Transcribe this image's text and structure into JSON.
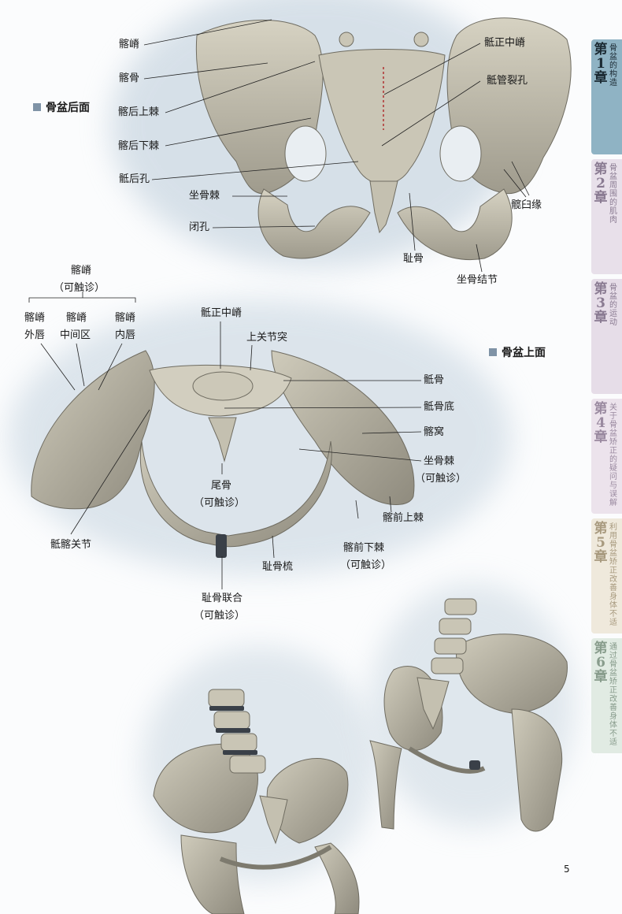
{
  "sections": {
    "posterior": "骨盆后面",
    "superior": "骨盆上面"
  },
  "posterior_labels": {
    "iliac_crest": "髂嵴",
    "ilium": "髂骨",
    "psis": "髂后上棘",
    "piis": "髂后下棘",
    "sacral_foramina": "骶后孔",
    "ischial_spine": "坐骨棘",
    "obturator_foramen": "闭孔",
    "median_sacral_crest": "骶正中嵴",
    "sacral_hiatus": "骶管裂孔",
    "acetabular_rim": "髋臼缘",
    "pubis": "耻骨",
    "ischial_tuberosity": "坐骨结节"
  },
  "superior_labels": {
    "iliac_crest": "髂嵴",
    "palpable": "（可触诊）",
    "outer_lip_1": "髂嵴",
    "outer_lip_2": "外唇",
    "intermediate_1": "髂嵴",
    "intermediate_2": "中间区",
    "inner_lip_1": "髂嵴",
    "inner_lip_2": "内唇",
    "median_sacral_crest": "骶正中嵴",
    "superior_articular": "上关节突",
    "sacrum": "骶骨",
    "sacral_base": "骶骨底",
    "iliac_fossa": "髂窝",
    "ischial_spine": "坐骨棘",
    "ischial_spine_note": "（可触诊）",
    "coccyx": "尾骨",
    "coccyx_note": "（可触诊）",
    "asis": "髂前上棘",
    "aiis": "髂前下棘",
    "aiis_note": "（可触诊）",
    "sacroiliac_joint": "骶髂关节",
    "pectineal_line": "耻骨梳",
    "pubic_symphysis": "耻骨联合",
    "pubic_symphysis_note": "（可触诊）"
  },
  "chapter_tabs": [
    {
      "num": "第1章",
      "title": "骨盆的构造",
      "bg": "#8fb3c4",
      "color": "#1b2a33"
    },
    {
      "num": "第2章",
      "title": "骨盆周围的肌肉",
      "bg": "#e8e0ea",
      "color": "#8a7b92"
    },
    {
      "num": "第3章",
      "title": "骨盆的运动",
      "bg": "#e6dde8",
      "color": "#8a7b92"
    },
    {
      "num": "第4章",
      "title": "关于骨盆矫正的疑问与误解",
      "bg": "#ece3ec",
      "color": "#9a8aa0"
    },
    {
      "num": "第5章",
      "title": "利用骨盆矫正改善身体不适",
      "bg": "#efe9dc",
      "color": "#a89a7f"
    },
    {
      "num": "第6章",
      "title": "通过骨盆矫正改善身体不适",
      "bg": "#e1ebe3",
      "color": "#889c8c"
    }
  ],
  "page_number": "5",
  "colors": {
    "bone": "#c8c4b4",
    "bone_dark": "#8d8a7d",
    "accent": "#7f93a6"
  }
}
